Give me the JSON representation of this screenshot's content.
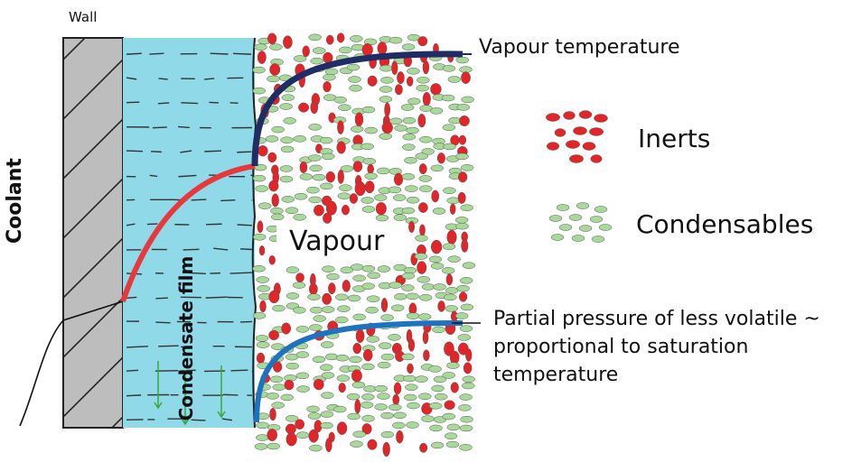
{
  "labels": {
    "wall": "Wall",
    "coolant": "Coolant",
    "condensate_film": "Condensate film",
    "vapour": "Vapour",
    "vapour_temperature": "Vapour temperature",
    "inerts": "Inerts",
    "condensables": "Condensables",
    "partial_pressure": "Partial pressure of less volatile ~ proportional to saturation temperature"
  },
  "colors": {
    "wall_fill": "#bdbdbd",
    "film_fill": "#8fd9e8",
    "inerts": "#e1262a",
    "condensables": "#a9d99a",
    "temperature_curve_vapour": "#1f2d64",
    "temperature_curve_film": "#e8383b",
    "partial_pressure_curve": "#1e73c0"
  }
}
